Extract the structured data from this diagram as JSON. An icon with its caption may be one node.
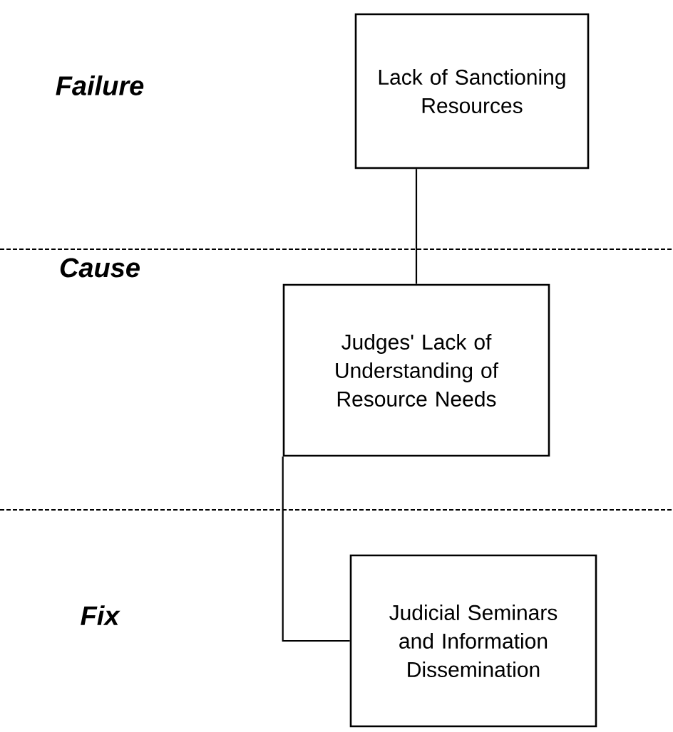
{
  "diagram": {
    "nodes": [
      {
        "text": [
          "Lack of Sanctioning Resources"
        ]
      },
      {
        "text": [
          "Judges' Lack of Understanding of Resource Needs"
        ]
      },
      {
        "text": [
          "Judicial Seminars and Information Dissemination"
        ]
      }
    ],
    "edges": [
      {
        "from": 0,
        "to": 1,
        "arrow": "none"
      },
      {
        "from": 1,
        "to": 2,
        "arrow": "none"
      }
    ],
    "labels": [
      "Failure",
      "Cause",
      "Fix"
    ]
  }
}
